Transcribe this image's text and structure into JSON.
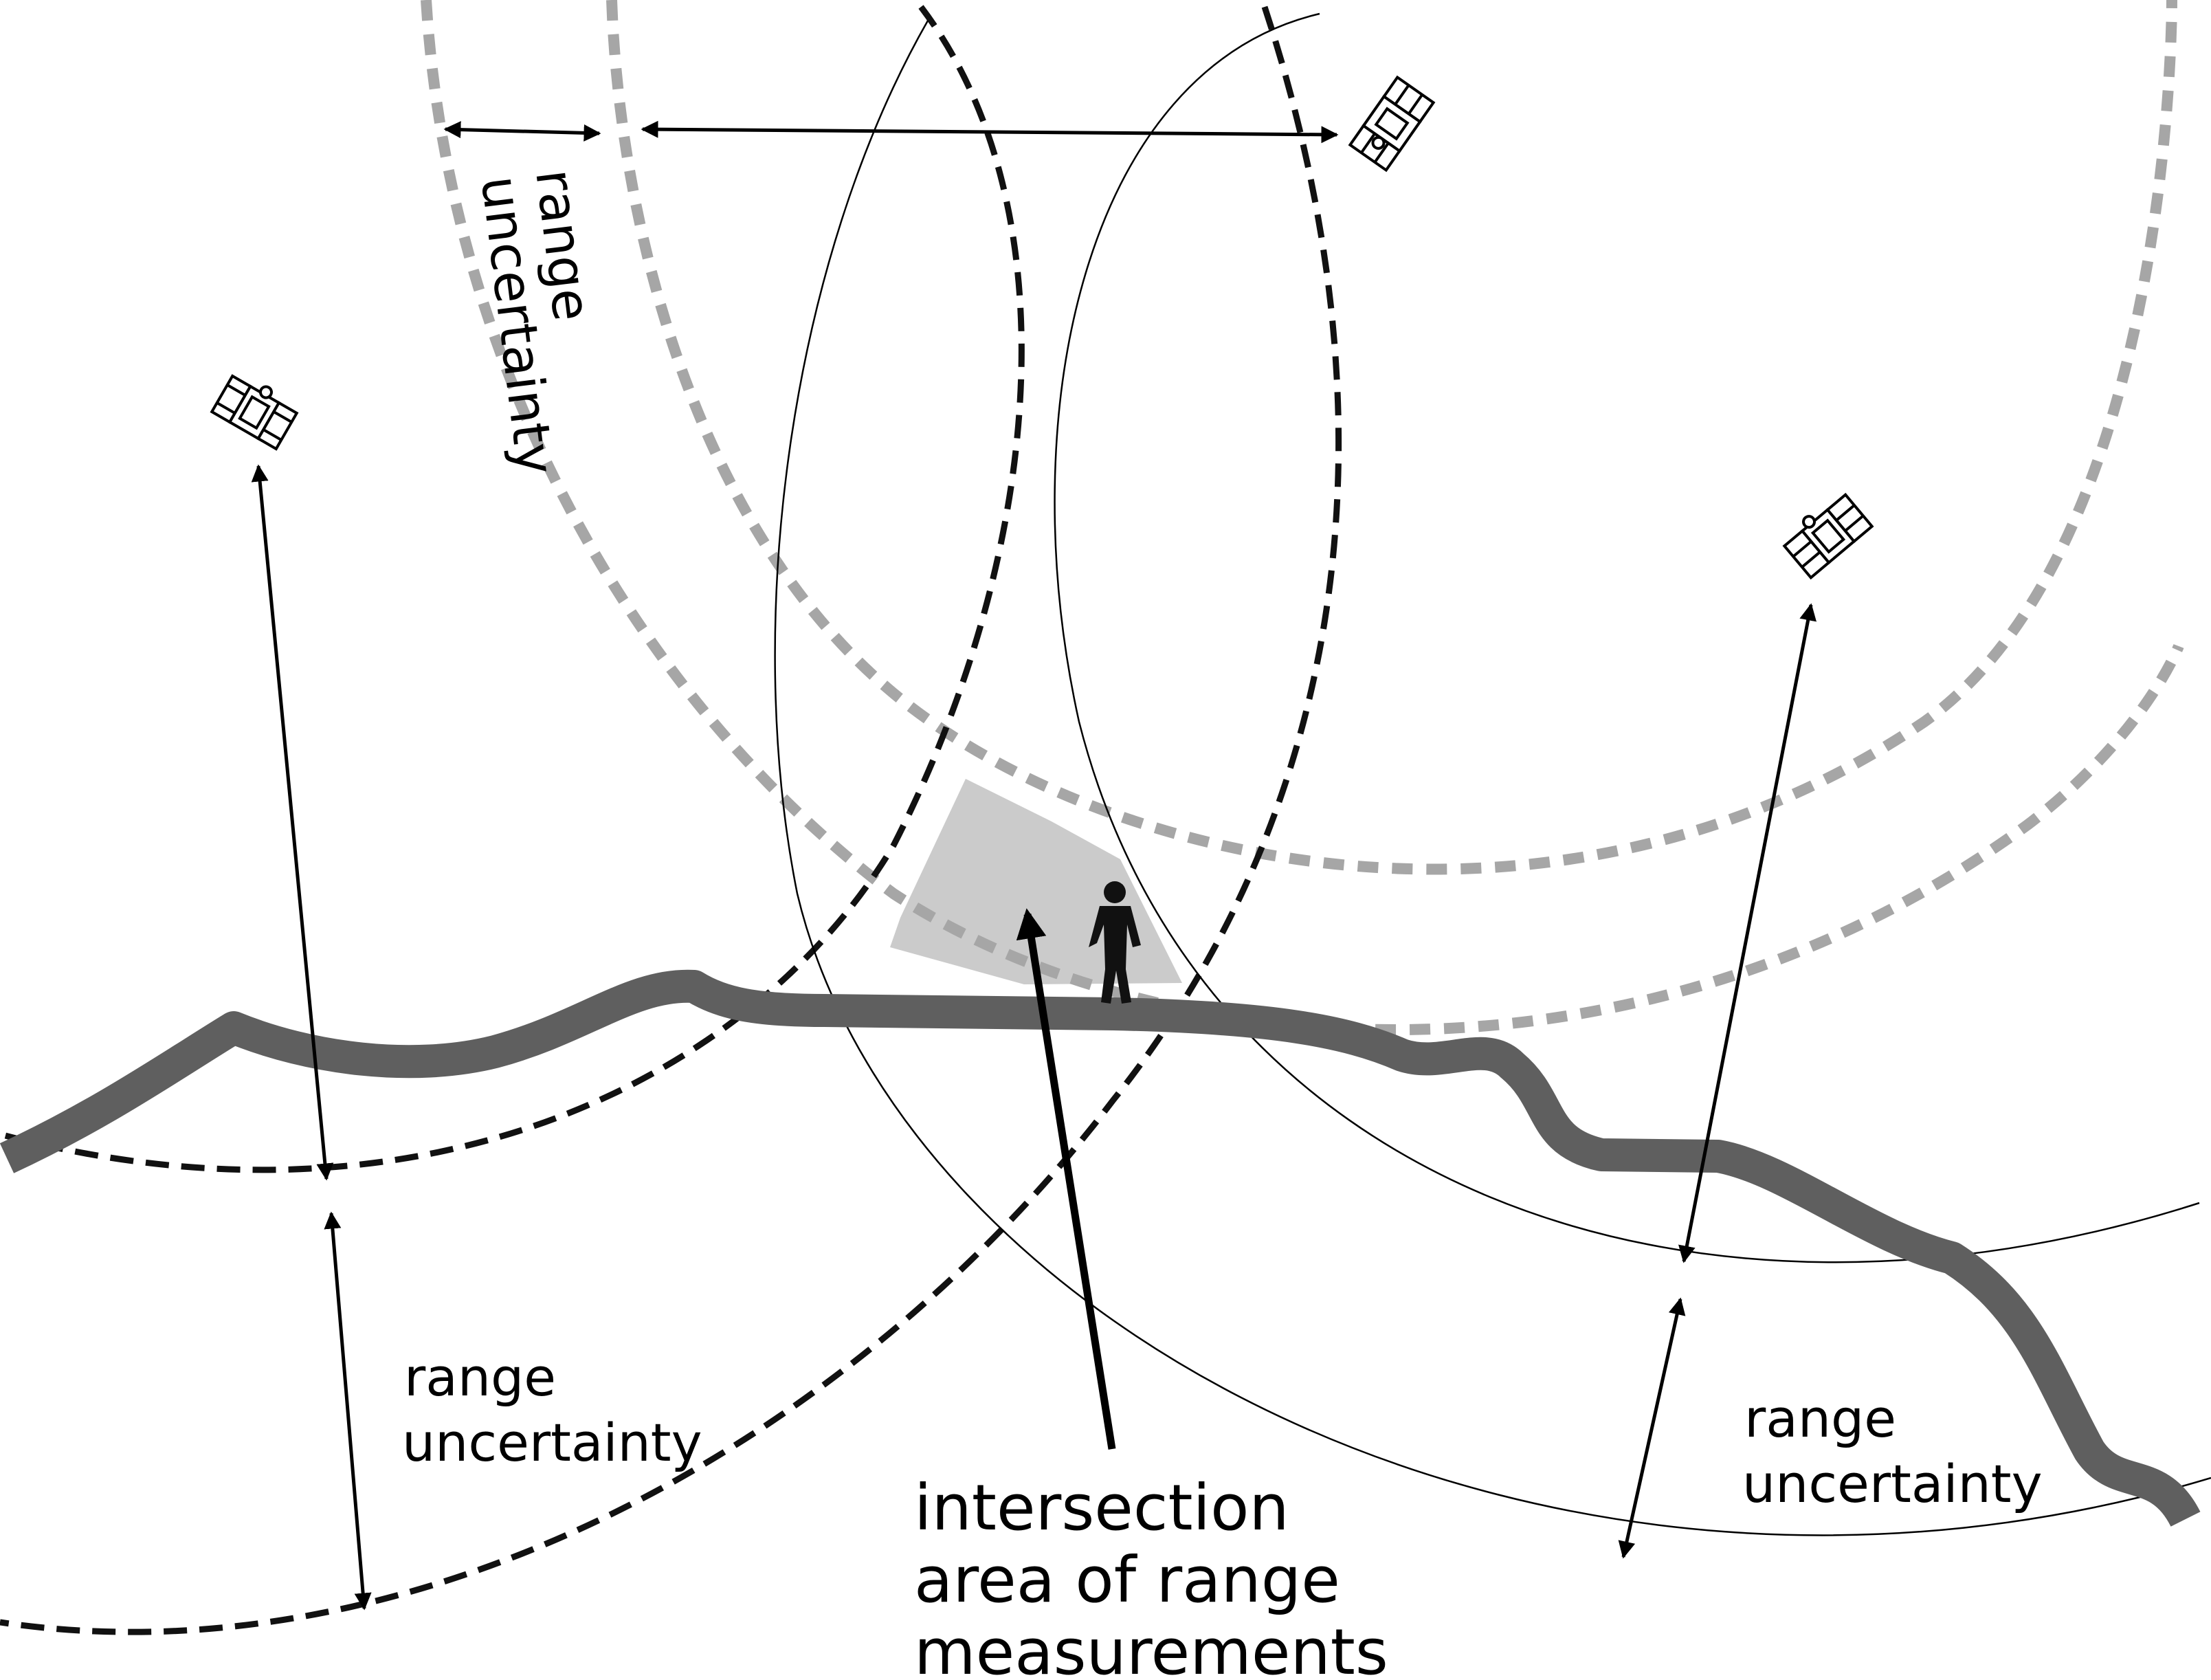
{
  "labels": {
    "top_range_line1": "range",
    "top_range_line2": "uncertainty",
    "left_range_line1": "range",
    "left_range_line2": "uncertainty",
    "right_range_line1": "range",
    "right_range_line2": "uncertainty",
    "intersection_line1": "intersection",
    "intersection_line2": "area of range",
    "intersection_line3": "measurements"
  },
  "colors": {
    "ink": "#000000",
    "road": "#5f5f5f",
    "gray_dotted_circle": "#a6a6a6",
    "intersection_fill": "#cbcbcb",
    "background": "#ffffff"
  },
  "icons": [
    "satellite-icon",
    "person-icon"
  ]
}
